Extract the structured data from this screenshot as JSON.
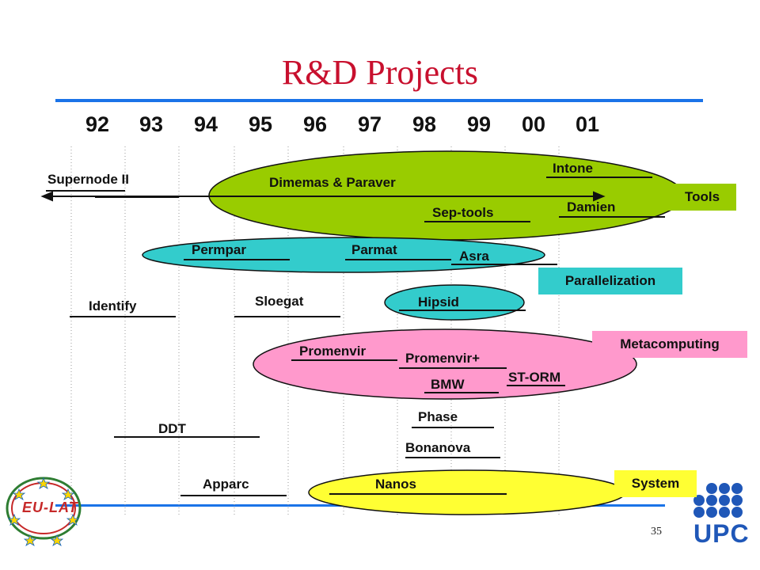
{
  "slide": {
    "title": "R&D Projects",
    "page_number": "35"
  },
  "timeline": {
    "years": [
      "92",
      "93",
      "94",
      "95",
      "96",
      "97",
      "98",
      "99",
      "00",
      "01"
    ]
  },
  "categories": {
    "tools": "Tools",
    "parallelization": "Parallelization",
    "metacomputing": "Metacomputing",
    "system": "System"
  },
  "projects": {
    "supernode": "Supernode II",
    "dimemas": "Dimemas & Paraver",
    "intone": "Intone",
    "sep_tools": "Sep-tools",
    "damien": "Damien",
    "permpar": "Permpar",
    "parmat": "Parmat",
    "asra": "Asra",
    "identify": "Identify",
    "sloegat": "Sloegat",
    "hipsid": "Hipsid",
    "promenvir": "Promenvir",
    "promenvir_plus": "Promenvir+",
    "st_orm": "ST-ORM",
    "bmw": "BMW",
    "phase": "Phase",
    "ddt": "DDT",
    "bonanova": "Bonanova",
    "apparc": "Apparc",
    "nanos": "Nanos"
  },
  "logos": {
    "left_logo_text": "EU-LAT",
    "right_logo_text": "UPC"
  },
  "colors": {
    "title": "#c8102e",
    "rule": "#1a73e8",
    "tools": "#99cc00",
    "parallelization": "#33cccc",
    "metacomputing": "#ff99cc",
    "system": "#ffff33",
    "upc_blue": "#1f57b8"
  }
}
